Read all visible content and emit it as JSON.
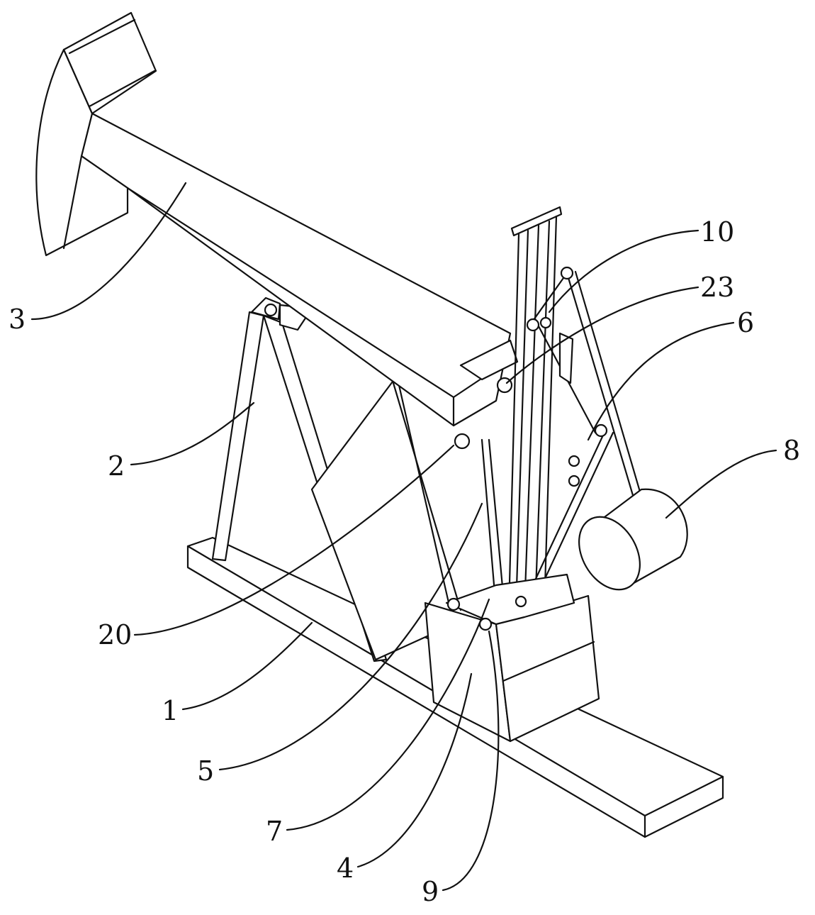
{
  "figure": {
    "type": "patent line drawing of a beam pumping unit",
    "labels": [
      {
        "id": "label-3",
        "text": "3"
      },
      {
        "id": "label-2",
        "text": "2"
      },
      {
        "id": "label-20",
        "text": "20"
      },
      {
        "id": "label-1",
        "text": "1"
      },
      {
        "id": "label-5",
        "text": "5"
      },
      {
        "id": "label-7",
        "text": "7"
      },
      {
        "id": "label-4",
        "text": "4"
      },
      {
        "id": "label-9",
        "text": "9"
      },
      {
        "id": "label-10",
        "text": "10"
      },
      {
        "id": "label-23",
        "text": "23"
      },
      {
        "id": "label-6",
        "text": "6"
      },
      {
        "id": "label-8",
        "text": "8"
      }
    ]
  }
}
